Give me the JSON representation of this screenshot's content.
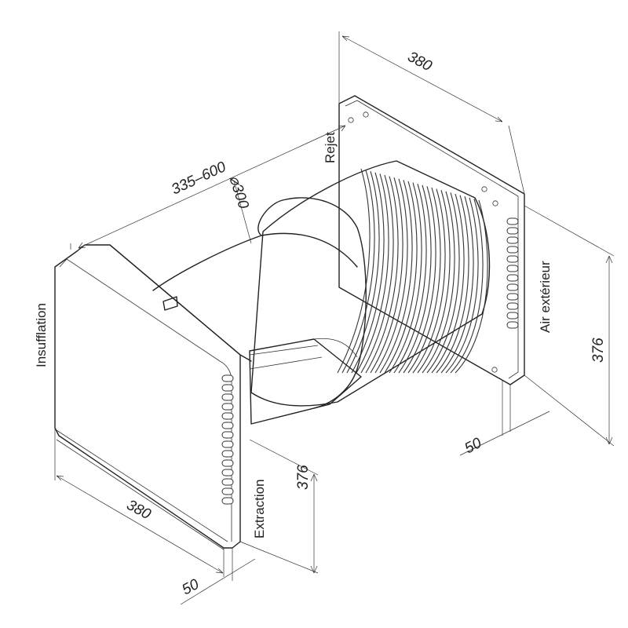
{
  "labels": {
    "insufflation": "Insufflation",
    "extraction": "Extraction",
    "rejet": "Rejet",
    "air_exterieur": "Air extérieur"
  },
  "dimensions": {
    "top_width": "380",
    "pipe_length": "335–600",
    "pipe_diameter": "⌀300",
    "right_height": "376",
    "right_depth": "50",
    "front_height": "376",
    "front_width": "380",
    "front_depth": "50"
  },
  "colors": {
    "line": "#222222",
    "background": "#ffffff"
  }
}
